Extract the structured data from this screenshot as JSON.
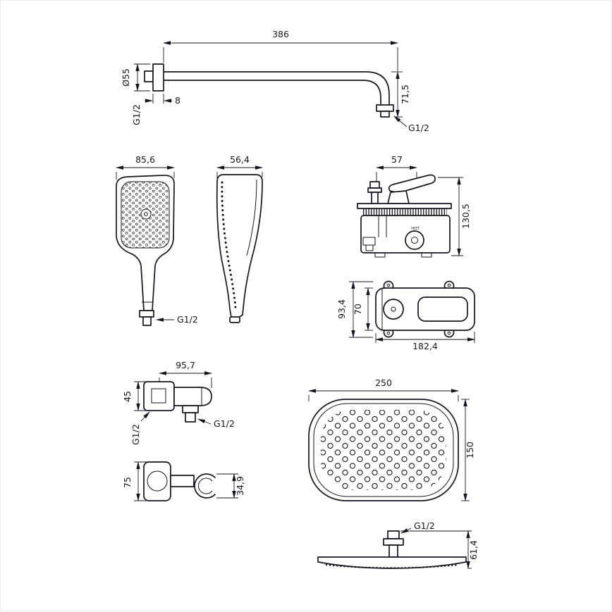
{
  "page": {
    "background": "#ffffff",
    "line_color": "#15151f"
  },
  "views": {
    "shower_arm": {
      "length": "386",
      "flange_diameter": "Ø55",
      "flange_thickness": "8",
      "drop_height": "71,5",
      "wall_thread": "G1/2",
      "outlet_thread": "G1/2"
    },
    "hand_shower_front": {
      "width": "85,6",
      "thread": "G1/2"
    },
    "hand_shower_side": {
      "depth": "56,4"
    },
    "mixer_front": {
      "width": "57",
      "height": "130,5",
      "hot_marking": "HOT"
    },
    "mixer_box": {
      "overall_height": "93,4",
      "inner_height": "70",
      "width": "182,4"
    },
    "wall_elbow": {
      "width": "95,7",
      "height": "45",
      "outlet_thread": "G1/2",
      "wall_thread": "G1/2"
    },
    "holder": {
      "height": "75",
      "hook_depth": "34,9"
    },
    "head_shower_top": {
      "width": "250",
      "depth": "150"
    },
    "head_shower_side": {
      "thread": "G1/2",
      "height": "61,4"
    }
  }
}
